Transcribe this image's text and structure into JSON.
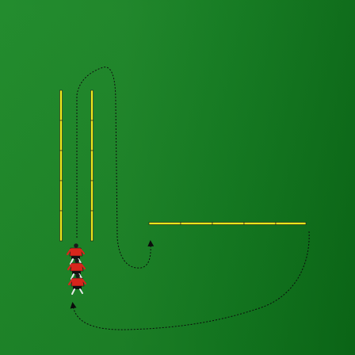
{
  "diagram": {
    "colors": {
      "pitch_light": "#1f8a2a",
      "pitch_dark": "#0b6a17",
      "ladder_rung": "#f2ef1a",
      "ladder_outline": "#1a1a1a",
      "path_line": "#0b0b0b",
      "player_shirt": "#e1261c",
      "player_shorts": "#111111"
    },
    "elements": {
      "vertical_ladders": 2,
      "vertical_ladder_segments": 5,
      "horizontal_ladder_segments": 5,
      "players": 3
    }
  }
}
